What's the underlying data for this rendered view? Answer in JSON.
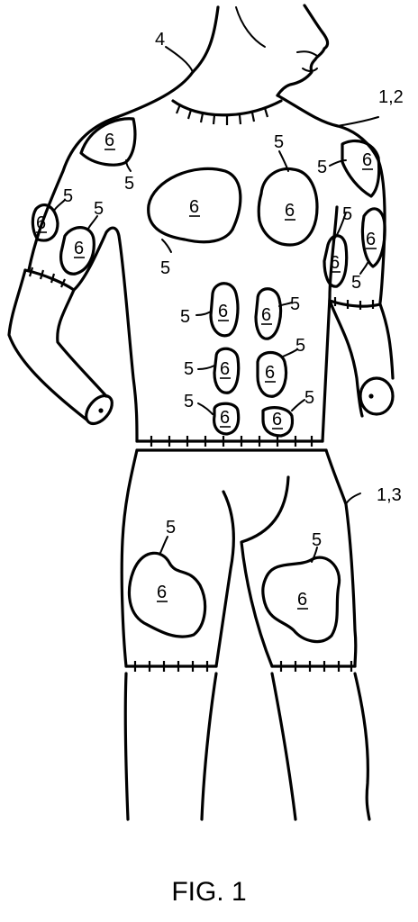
{
  "labels": {
    "neck": "4",
    "upper": "1,2",
    "lower": "1,3",
    "region": "5",
    "pad": "6"
  },
  "caption": "FIG. 1",
  "colors": {
    "ink": "#000000",
    "paper": "#ffffff"
  }
}
